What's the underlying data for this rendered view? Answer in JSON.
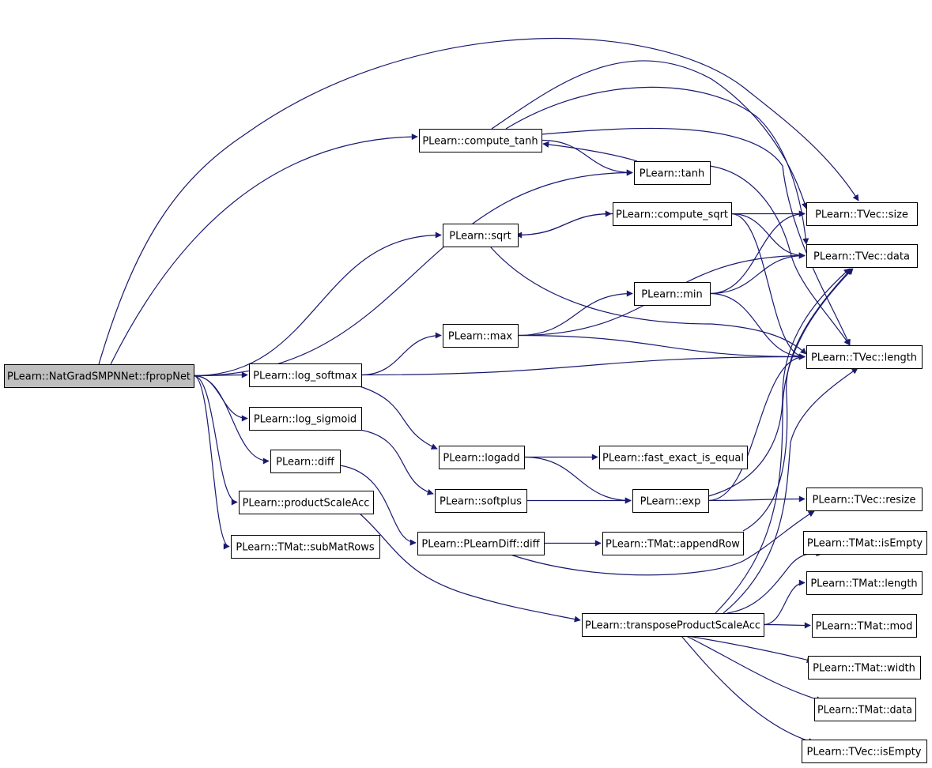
{
  "nodes": {
    "fpropNet": "PLearn::NatGradSMPNNet::fpropNet",
    "compute_tanh": "PLearn::compute_tanh",
    "tanh": "PLearn::tanh",
    "sqrt": "PLearn::sqrt",
    "compute_sqrt": "PLearn::compute_sqrt",
    "max": "PLearn::max",
    "min": "PLearn::min",
    "log_softmax": "PLearn::log_softmax",
    "log_sigmoid": "PLearn::log_sigmoid",
    "logadd": "PLearn::logadd",
    "fast_exact_is_equal": "PLearn::fast_exact_is_equal",
    "diff": "PLearn::diff",
    "softplus": "PLearn::softplus",
    "exp": "PLearn::exp",
    "productScaleAcc": "PLearn::productScaleAcc",
    "PLearnDiff_diff": "PLearn::PLearnDiff::diff",
    "appendRow": "PLearn::TMat::appendRow",
    "subMatRows": "PLearn::TMat::subMatRows",
    "transposeProductScaleAcc": "PLearn::transposeProductScaleAcc",
    "TVec_size": "PLearn::TVec::size",
    "TVec_data": "PLearn::TVec::data",
    "TVec_length": "PLearn::TVec::length",
    "TVec_resize": "PLearn::TVec::resize",
    "TMat_isEmpty": "PLearn::TMat::isEmpty",
    "TMat_length": "PLearn::TMat::length",
    "TMat_mod": "PLearn::TMat::mod",
    "TMat_width": "PLearn::TMat::width",
    "TMat_data": "PLearn::TMat::data",
    "TVec_isEmpty": "PLearn::TVec::isEmpty"
  },
  "edges": [
    [
      "fpropNet",
      "compute_tanh"
    ],
    [
      "fpropNet",
      "tanh"
    ],
    [
      "fpropNet",
      "sqrt"
    ],
    [
      "fpropNet",
      "log_softmax"
    ],
    [
      "fpropNet",
      "log_sigmoid"
    ],
    [
      "fpropNet",
      "diff"
    ],
    [
      "fpropNet",
      "productScaleAcc"
    ],
    [
      "fpropNet",
      "subMatRows"
    ],
    [
      "fpropNet",
      "TVec_size"
    ],
    [
      "compute_tanh",
      "tanh"
    ],
    [
      "tanh",
      "compute_tanh"
    ],
    [
      "compute_tanh",
      "TVec_size"
    ],
    [
      "compute_tanh",
      "TVec_data"
    ],
    [
      "compute_tanh",
      "TVec_length"
    ],
    [
      "tanh",
      "TVec_length"
    ],
    [
      "sqrt",
      "compute_sqrt"
    ],
    [
      "compute_sqrt",
      "sqrt"
    ],
    [
      "compute_sqrt",
      "TVec_size"
    ],
    [
      "compute_sqrt",
      "TVec_data"
    ],
    [
      "compute_sqrt",
      "TVec_length"
    ],
    [
      "sqrt",
      "TVec_length"
    ],
    [
      "log_softmax",
      "max"
    ],
    [
      "log_softmax",
      "TVec_length"
    ],
    [
      "log_softmax",
      "logadd"
    ],
    [
      "max",
      "min"
    ],
    [
      "max",
      "TVec_data"
    ],
    [
      "max",
      "TVec_length"
    ],
    [
      "min",
      "TVec_size"
    ],
    [
      "min",
      "TVec_data"
    ],
    [
      "min",
      "TVec_length"
    ],
    [
      "log_sigmoid",
      "softplus"
    ],
    [
      "logadd",
      "fast_exact_is_equal"
    ],
    [
      "logadd",
      "exp"
    ],
    [
      "softplus",
      "exp"
    ],
    [
      "diff",
      "PLearnDiff_diff"
    ],
    [
      "exp",
      "TVec_data"
    ],
    [
      "exp",
      "TVec_length"
    ],
    [
      "exp",
      "TVec_resize"
    ],
    [
      "PLearnDiff_diff",
      "appendRow"
    ],
    [
      "PLearnDiff_diff",
      "TVec_resize"
    ],
    [
      "appendRow",
      "TVec_data"
    ],
    [
      "productScaleAcc",
      "transposeProductScaleAcc"
    ],
    [
      "transposeProductScaleAcc",
      "TVec_data"
    ],
    [
      "transposeProductScaleAcc",
      "TVec_length"
    ],
    [
      "transposeProductScaleAcc",
      "TMat_isEmpty"
    ],
    [
      "transposeProductScaleAcc",
      "TMat_length"
    ],
    [
      "transposeProductScaleAcc",
      "TMat_mod"
    ],
    [
      "transposeProductScaleAcc",
      "TMat_width"
    ],
    [
      "transposeProductScaleAcc",
      "TMat_data"
    ],
    [
      "transposeProductScaleAcc",
      "TVec_isEmpty"
    ]
  ],
  "colors": {
    "edge": "#191970",
    "root_fill": "#bfbfbf",
    "node_fill": "#ffffff",
    "node_border": "#000000"
  }
}
